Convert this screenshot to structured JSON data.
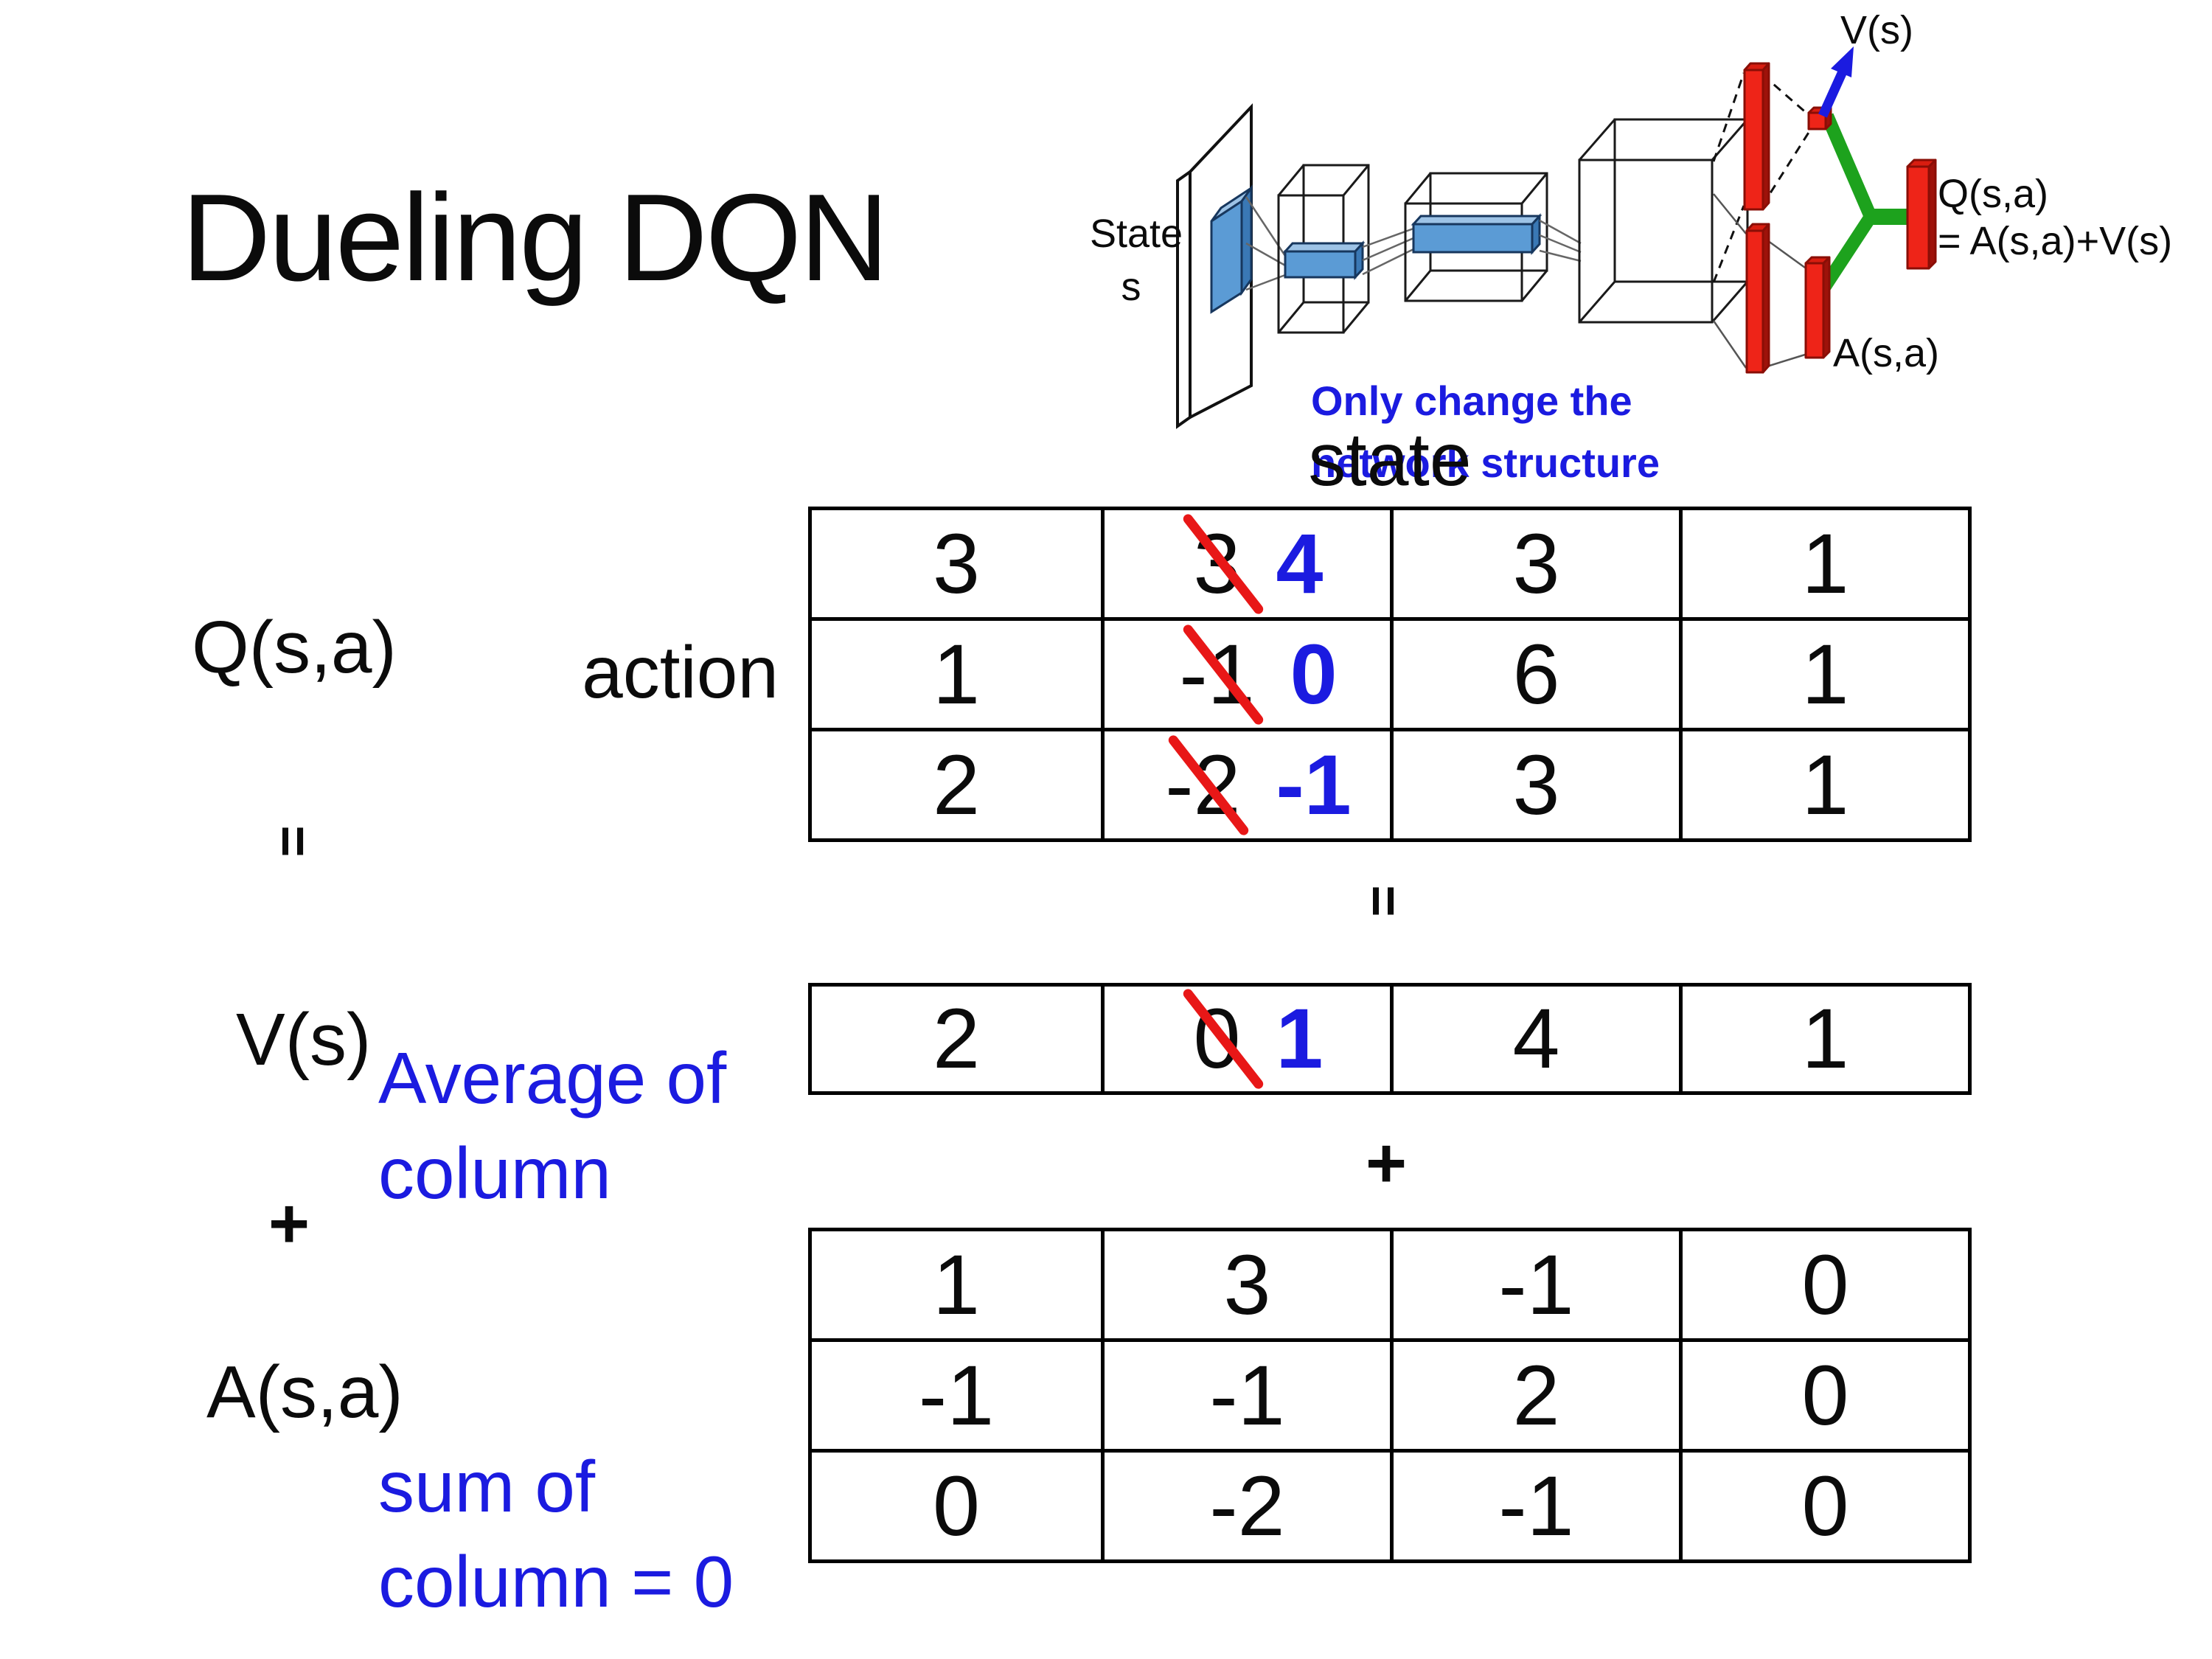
{
  "title": "Dueling DQN",
  "colors": {
    "accent_blue": "#1b1be0",
    "strike_red": "#e81717",
    "bar_red": "#ee2418",
    "connector_green": "#1da21d",
    "feature_blue": "#5b9bd5",
    "table_border": "#000000"
  },
  "diagram": {
    "state_line1": "State",
    "state_line2": "s",
    "note_line1": "Only change the",
    "note_line2": "network structure",
    "v_out_label": "V(s)",
    "a_out_label": "A(s,a)",
    "q_out_line1": "Q(s,a)",
    "q_out_line2": "= A(s,a)+V(s)"
  },
  "equation": {
    "q_label": "Q(s,a)",
    "action_header": "action",
    "state_header": "state",
    "equals_left": "=",
    "equals_center": "=",
    "v_label": "V(s)",
    "avg_note_line1": "Average of",
    "avg_note_line2": "column",
    "plus_left": "+",
    "plus_center": "+",
    "a_label": "A(s,a)",
    "sum_note_line1": "sum of",
    "sum_note_line2": "column = 0"
  },
  "q_table": {
    "rows": [
      [
        "3",
        {
          "old": "3",
          "new": "4"
        },
        "3",
        "1"
      ],
      [
        "1",
        {
          "old": "-1",
          "new": "0"
        },
        "6",
        "1"
      ],
      [
        "2",
        {
          "old": "-2",
          "new": "-1"
        },
        "3",
        "1"
      ]
    ]
  },
  "v_table": {
    "rows": [
      [
        "2",
        {
          "old": "0",
          "new": "1"
        },
        "4",
        "1"
      ]
    ]
  },
  "a_table": {
    "rows": [
      [
        "1",
        "3",
        "-1",
        "0"
      ],
      [
        "-1",
        "-1",
        "2",
        "0"
      ],
      [
        "0",
        "-2",
        "-1",
        "0"
      ]
    ]
  }
}
